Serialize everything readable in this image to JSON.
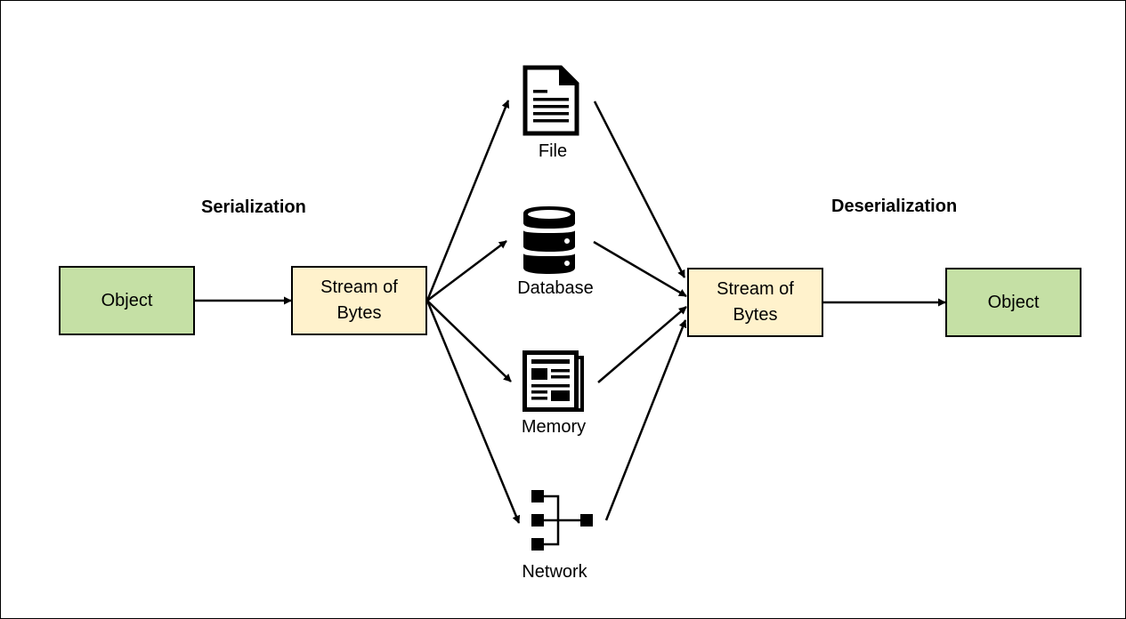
{
  "serialization": {
    "heading": "Serialization",
    "object_label": "Object",
    "stream_line1": "Stream of",
    "stream_line2": "Bytes"
  },
  "storage": {
    "file_label": "File",
    "database_label": "Database",
    "memory_label": "Memory",
    "network_label": "Network"
  },
  "deserialization": {
    "heading": "Deserialization",
    "stream_line1": "Stream of",
    "stream_line2": "Bytes",
    "object_label": "Object"
  },
  "colors": {
    "object_fill": "#c5e0a5",
    "stream_fill": "#fff2cc",
    "line": "#000000"
  },
  "icons": [
    "file-icon",
    "database-icon",
    "memory-icon",
    "network-icon"
  ]
}
